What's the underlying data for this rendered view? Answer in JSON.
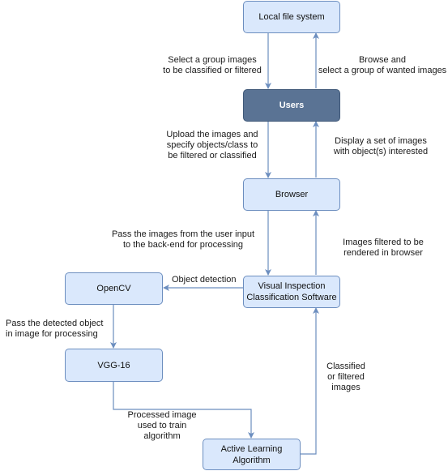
{
  "colors": {
    "node_fill": "#dae8fc",
    "node_border": "#6c8ebf",
    "users_fill": "#5a7394",
    "edge": "#6c8ebf"
  },
  "nodes": {
    "local_fs": "Local file system",
    "users": "Users",
    "browser": "Browser",
    "vics": "Visual Inspection\nClassification Software",
    "opencv": "OpenCV",
    "vgg": "VGG-16",
    "active": "Active Learning\nAlgorithm"
  },
  "edges": {
    "select_group": "Select a group images\nto be classified or filtered",
    "browse_select": "Browse and\nselect a group of wanted images",
    "upload": "Upload the images and\nspecify objects/class to\nbe filtered or classified",
    "display_set": "Display a set of images\nwith object(s) interested",
    "pass_images": "Pass the images from the user input\nto the back-end for processing",
    "filtered_rendered": "Images filtered to be\nrendered in browser",
    "object_detection": "Object detection",
    "pass_detected": "Pass the detected object\nin image for processing",
    "classified": "Classified\nor filtered\nimages",
    "processed": "Processed image\nused to train\nalgorithm"
  }
}
